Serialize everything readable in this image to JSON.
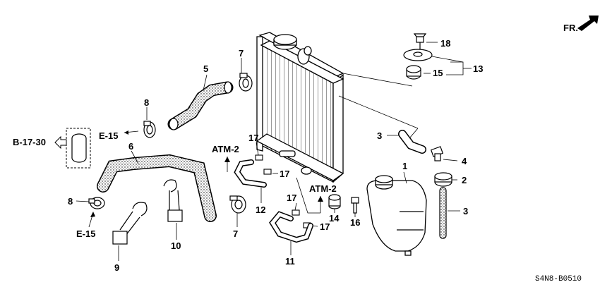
{
  "diagram_code": "S4N8-B0510",
  "direction": "FR.",
  "callouts": [
    {
      "id": "18",
      "text": "18"
    },
    {
      "id": "13",
      "text": "13"
    },
    {
      "id": "15",
      "text": "15"
    },
    {
      "id": "7a",
      "text": "7"
    },
    {
      "id": "5",
      "text": "5"
    },
    {
      "id": "8a",
      "text": "8"
    },
    {
      "id": "6",
      "text": "6"
    },
    {
      "id": "3a",
      "text": "3"
    },
    {
      "id": "4",
      "text": "4"
    },
    {
      "id": "1",
      "text": "1"
    },
    {
      "id": "2",
      "text": "2"
    },
    {
      "id": "3b",
      "text": "3"
    },
    {
      "id": "17a",
      "text": "17"
    },
    {
      "id": "17b",
      "text": "17"
    },
    {
      "id": "17c",
      "text": "17"
    },
    {
      "id": "17d",
      "text": "17"
    },
    {
      "id": "12",
      "text": "12"
    },
    {
      "id": "14",
      "text": "14"
    },
    {
      "id": "16",
      "text": "16"
    },
    {
      "id": "11",
      "text": "11"
    },
    {
      "id": "7b",
      "text": "7"
    },
    {
      "id": "8b",
      "text": "8"
    },
    {
      "id": "10",
      "text": "10"
    },
    {
      "id": "9",
      "text": "9"
    }
  ],
  "references": {
    "b1730": "B-17-30",
    "e15_upper": "E-15",
    "e15_lower": "E-15",
    "atm2_left": "ATM-2",
    "atm2_right": "ATM-2"
  }
}
